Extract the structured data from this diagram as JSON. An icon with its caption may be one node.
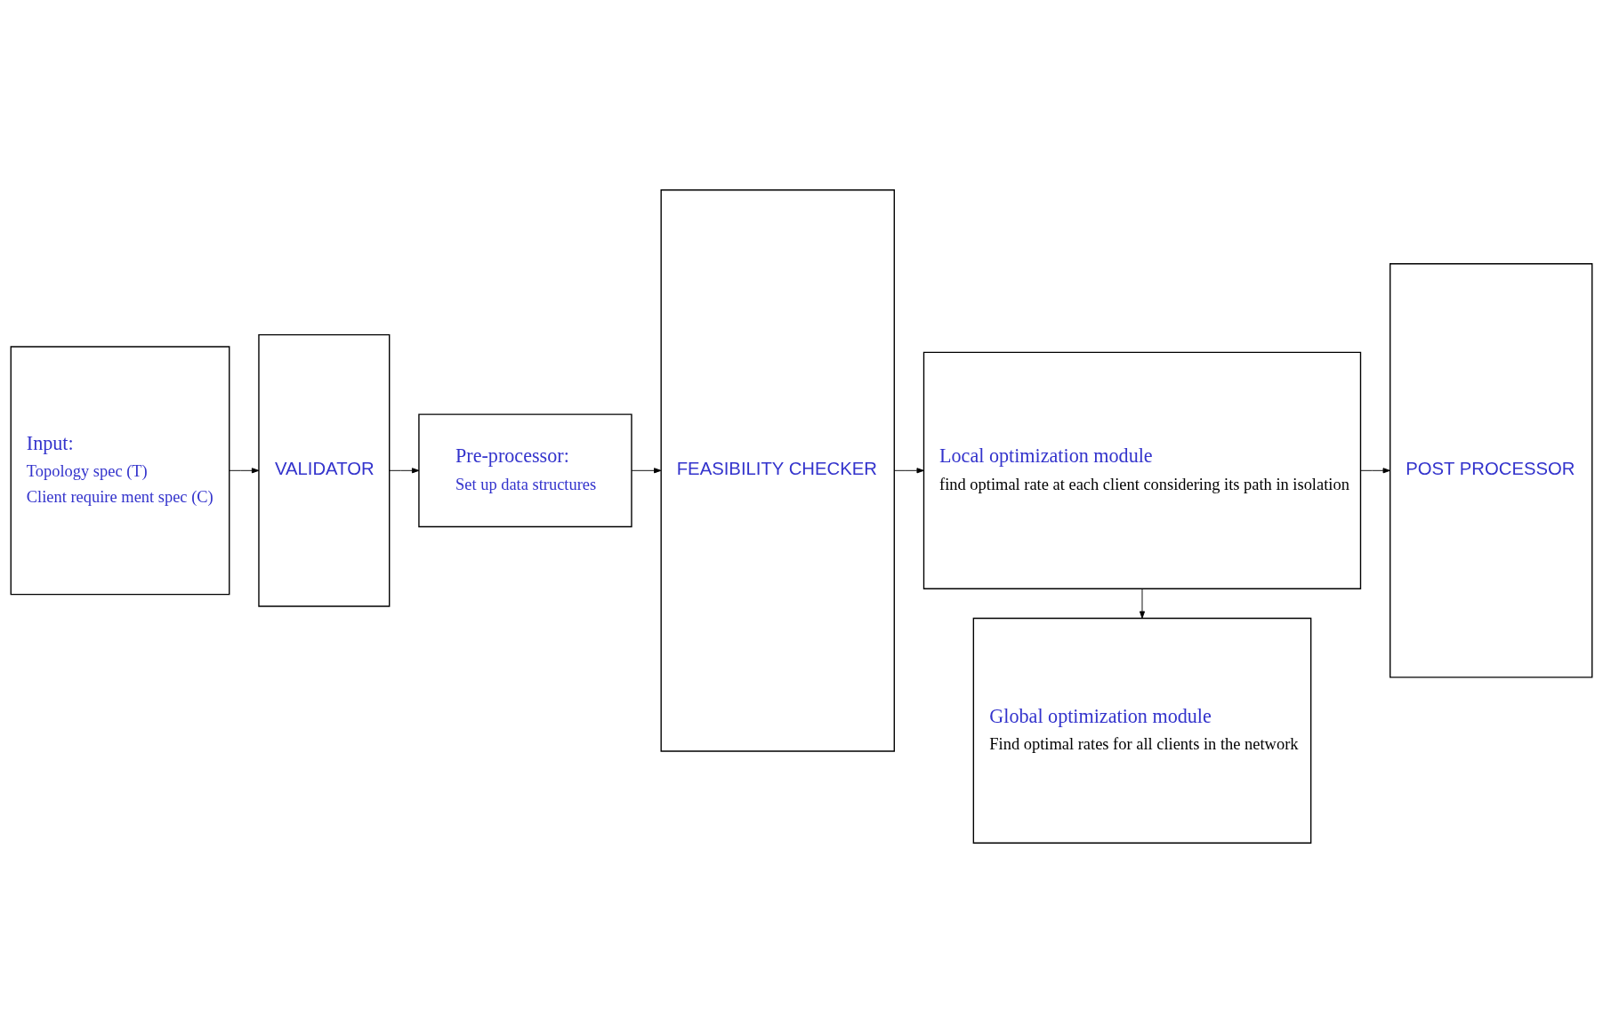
{
  "diagram": {
    "nodes": [
      {
        "text": [
          "Input:",
          "Topology spec (T)",
          "Client require ment spec (C)"
        ]
      },
      {
        "text": [
          "VALIDATOR"
        ]
      },
      {
        "text": [
          "Pre-processor:",
          "Set up data structures"
        ]
      },
      {
        "text": [
          "FEASIBILITY CHECKER"
        ]
      },
      {
        "text": [
          "Local optimization module",
          "find optimal rate at each client considering its path in isolation"
        ]
      },
      {
        "text": [
          "Global optimization module",
          "Find optimal rates for all clients in the network"
        ]
      },
      {
        "text": [
          "POST PROCESSOR"
        ]
      }
    ],
    "edges": [
      {
        "from": 0,
        "to": 1,
        "arrow": "to"
      },
      {
        "from": 1,
        "to": 2,
        "arrow": "to"
      },
      {
        "from": 2,
        "to": 3,
        "arrow": "to"
      },
      {
        "from": 3,
        "to": 4,
        "arrow": "to"
      },
      {
        "from": 4,
        "to": 6,
        "arrow": "to"
      },
      {
        "from": 4,
        "to": 5,
        "arrow": "to"
      }
    ]
  }
}
